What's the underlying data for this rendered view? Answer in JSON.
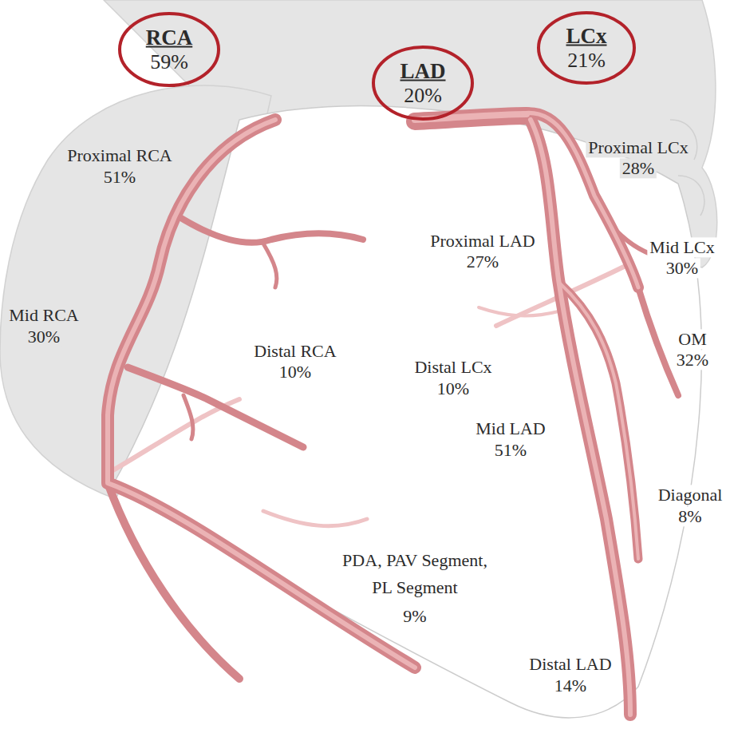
{
  "diagram": {
    "nodes": [
      {
        "text": [
          "RCA",
          "59%"
        ]
      },
      {
        "text": [
          "LCx",
          "21%"
        ]
      },
      {
        "text": [
          "LAD",
          "20%"
        ]
      }
    ],
    "labels": [
      "Proximal RCA",
      "51%",
      "Mid RCA",
      "30%",
      "Distal RCA",
      "10%",
      "PDA, PAV Segment,",
      "PL Segment",
      "9%",
      "Proximal LAD",
      "27%",
      "Distal LCx",
      "10%",
      "Mid LAD",
      "51%",
      "Distal LAD",
      "14%",
      "Proximal LCx",
      "28%",
      "Mid LCx",
      "30%",
      "OM",
      "32%",
      "Diagonal",
      "8%"
    ]
  }
}
